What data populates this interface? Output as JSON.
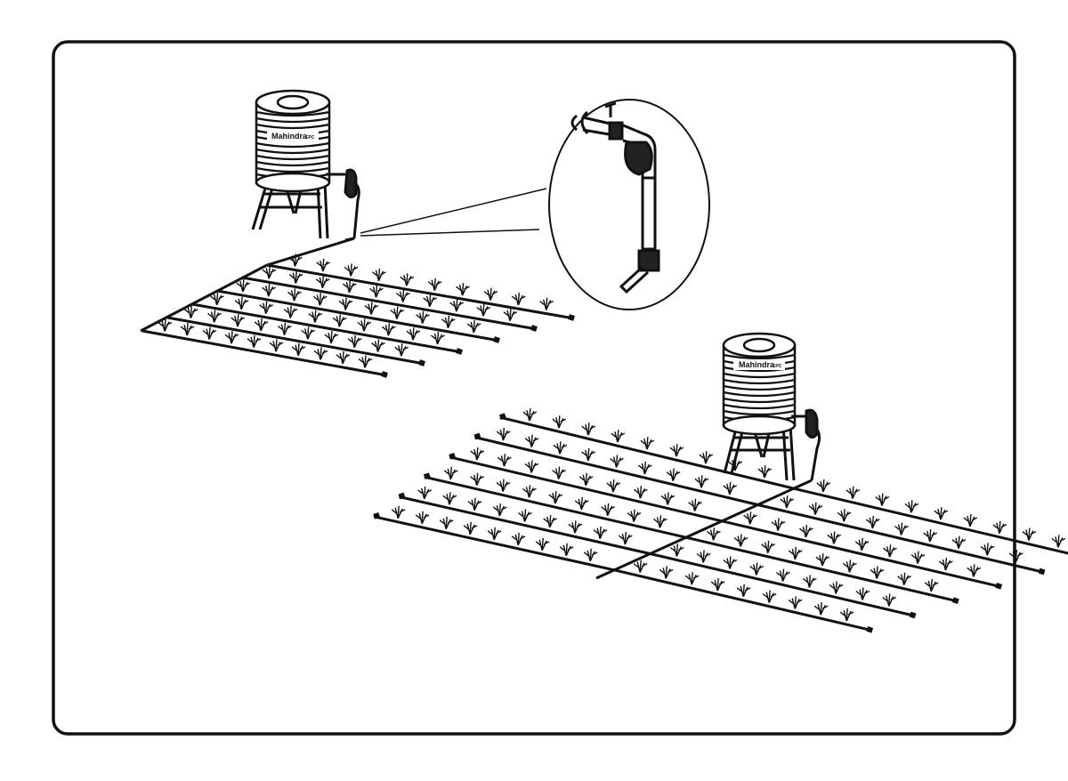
{
  "diagram": {
    "tank_brand": "Mahindra",
    "tank_brand_suffix": "EPC",
    "ink_color": "#111111",
    "background_color": "#ffffff"
  },
  "systems": [
    {
      "layout": "single-side laterals",
      "lateral_count": 6
    },
    {
      "layout": "two-side laterals",
      "lateral_count": 12
    }
  ],
  "inset": {
    "subject": "filter and valve assembly at tank outlet"
  }
}
